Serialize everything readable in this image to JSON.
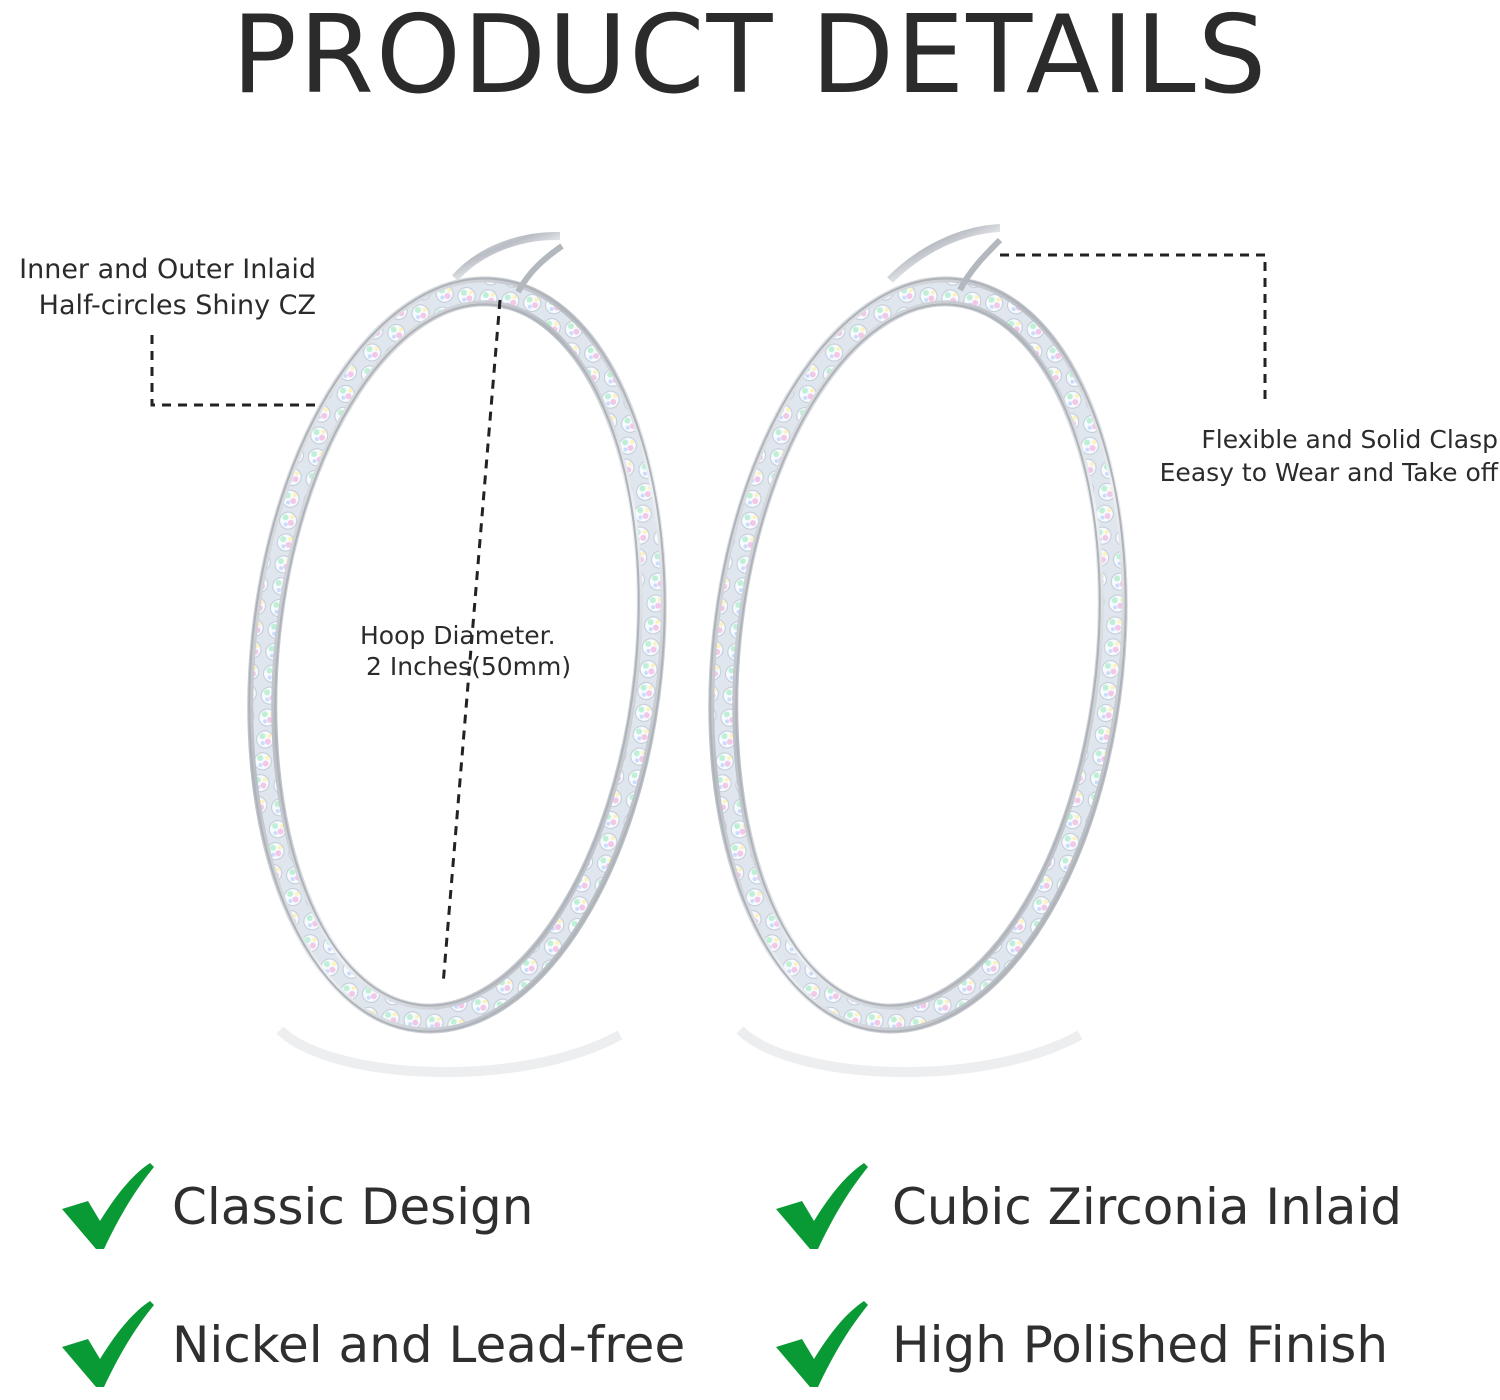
{
  "header": {
    "title": "PRODUCT DETAILS"
  },
  "annotations": {
    "inlay_line1": "Inner and Outer Inlaid",
    "inlay_line2": "Half-circles Shiny CZ",
    "clasp_line1": "Flexible and Solid Clasp",
    "clasp_line2": "Eeasy to Wear and Take off",
    "diameter_line1": "Hoop Diameter.",
    "diameter_line2": "2 Inches(50mm)"
  },
  "features": [
    {
      "label": "Classic Design",
      "icon": "checkmark-icon"
    },
    {
      "label": "Cubic Zirconia Inlaid",
      "icon": "checkmark-icon"
    },
    {
      "label": "Nickel and Lead-free",
      "icon": "checkmark-icon"
    },
    {
      "label": "High Polished Finish",
      "icon": "checkmark-icon"
    }
  ],
  "colors": {
    "check_green": "#0a9a35",
    "text_dark": "#2b2b2b",
    "metal_silver": "#c9ccd1"
  }
}
